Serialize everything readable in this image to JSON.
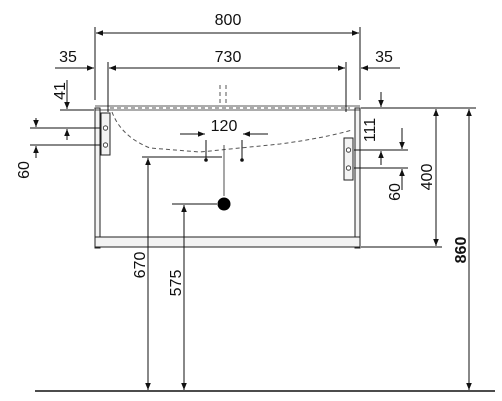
{
  "dimensions": {
    "overall_width": "800",
    "inner_width": "730",
    "left_offset": "35",
    "right_offset": "35",
    "top_offset": "41",
    "bracket_spacing_left": "60",
    "drain_spacing": "120",
    "bracket_height_right": "111",
    "bracket_spacing_right": "60",
    "cabinet_height": "400",
    "total_height": "860",
    "bottom_edge_height": "670",
    "drain_height": "575"
  },
  "colors": {
    "line": "#111111",
    "frame_fill": "#f3f3f3",
    "drain": "#000000"
  }
}
